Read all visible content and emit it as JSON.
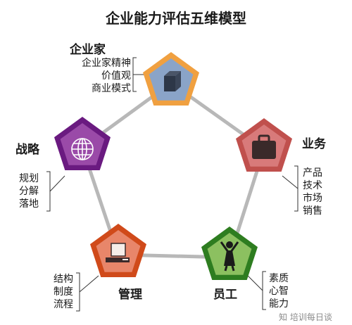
{
  "title": "企业能力评估五维模型",
  "nodes": [
    {
      "id": "entrepreneur",
      "label": "企业家",
      "items": [
        "企业家精神",
        "价值观",
        "商业模式"
      ],
      "icon": "cube-icon",
      "fill": "#8aa4c8",
      "border": "#f0a040"
    },
    {
      "id": "business",
      "label": "业务",
      "items": [
        "产品",
        "技术",
        "市场",
        "销售"
      ],
      "icon": "briefcase-icon",
      "fill": "#d87a7a",
      "border": "#c0504d"
    },
    {
      "id": "staff",
      "label": "员工",
      "items": [
        "素质",
        "心智",
        "能力"
      ],
      "icon": "person-icon",
      "fill": "#8cc060",
      "border": "#2e7d20"
    },
    {
      "id": "management",
      "label": "管理",
      "items": [
        "结构",
        "制度",
        "流程"
      ],
      "icon": "computer-icon",
      "fill": "#e8866a",
      "border": "#d04a1a"
    },
    {
      "id": "strategy",
      "label": "战略",
      "items": [
        "规划",
        "分解",
        "落地"
      ],
      "icon": "globe-icon",
      "fill": "#9a4aa8",
      "border": "#6a1a80"
    }
  ],
  "watermark": "知 培训每日谈"
}
